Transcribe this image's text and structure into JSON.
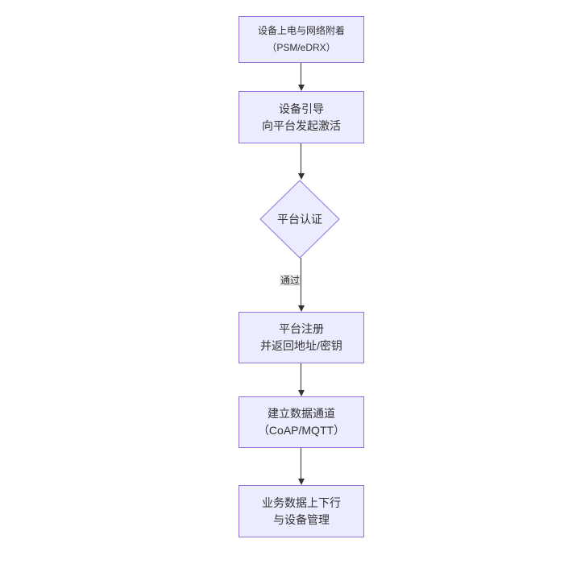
{
  "diagram": {
    "type": "flowchart-top-down",
    "nodes": [
      {
        "id": "power_attach",
        "shape": "rect",
        "lines": [
          "设备上电与网络附着",
          "（PSM/eDRX）"
        ]
      },
      {
        "id": "bootstrap",
        "shape": "rect",
        "lines": [
          "设备引导",
          "向平台发起激活"
        ]
      },
      {
        "id": "platform_auth",
        "shape": "diamond",
        "lines": [
          "平台认证"
        ]
      },
      {
        "id": "platform_register",
        "shape": "rect",
        "lines": [
          "平台注册",
          "并返回地址/密钥"
        ]
      },
      {
        "id": "data_channel",
        "shape": "rect",
        "lines": [
          "建立数据通道",
          "（CoAP/MQTT）"
        ]
      },
      {
        "id": "business_data",
        "shape": "rect",
        "lines": [
          "业务数据上下行",
          "与设备管理"
        ]
      }
    ],
    "edges": [
      {
        "from": "power_attach",
        "to": "bootstrap",
        "label": ""
      },
      {
        "from": "bootstrap",
        "to": "platform_auth",
        "label": ""
      },
      {
        "from": "platform_auth",
        "to": "platform_register",
        "label": "通过"
      },
      {
        "from": "platform_register",
        "to": "data_channel",
        "label": ""
      },
      {
        "from": "data_channel",
        "to": "business_data",
        "label": ""
      }
    ],
    "colors": {
      "node_fill": "#ECECFF",
      "node_border": "#9370DB",
      "edge_line": "#333333",
      "edge_label_bg": "#e8e8e8",
      "text": "#333333",
      "canvas_bg": "#ffffff"
    }
  }
}
